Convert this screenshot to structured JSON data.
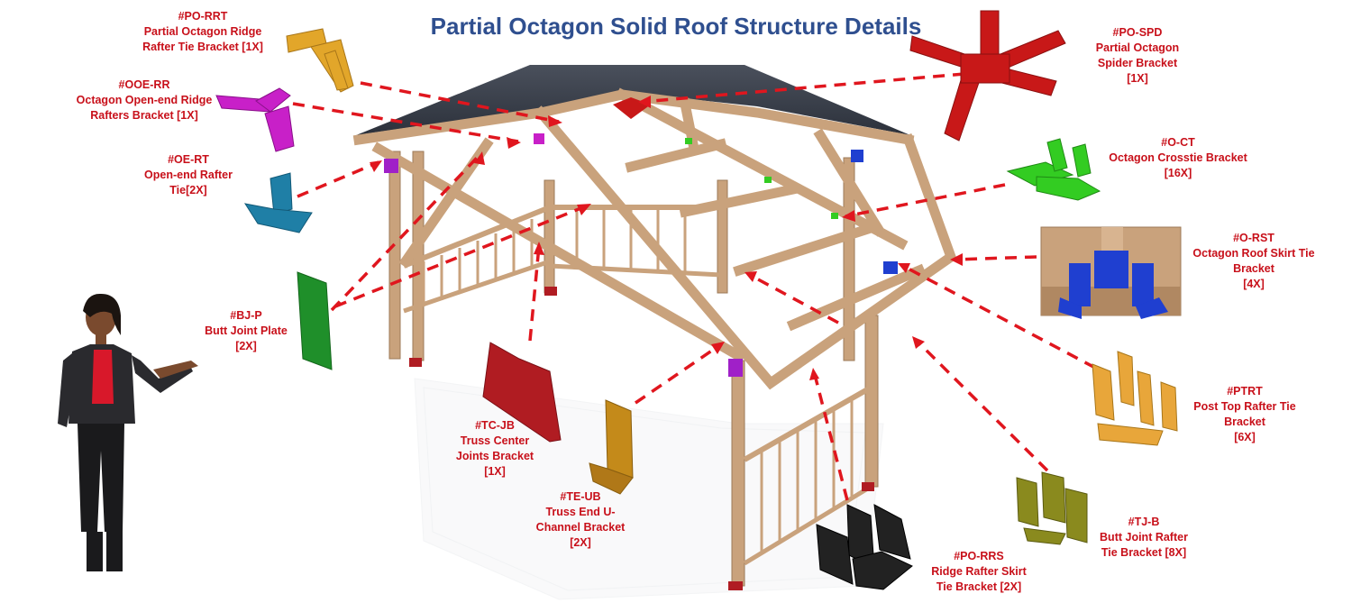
{
  "title": "Partial Octagon Solid Roof Structure Details",
  "colors": {
    "title": "#2f4f8f",
    "label": "#c8101a",
    "arrow": "#e0161e",
    "wood": "#c9a27c",
    "roof": "#3a3f4a"
  },
  "callouts": [
    {
      "code": "#PO-RRT",
      "lines": [
        "Partial Octagon Ridge",
        "Rafter Tie Bracket [1X]"
      ],
      "part_color": "#e2a62a"
    },
    {
      "code": "#OOE-RR",
      "lines": [
        "Octagon Open-end Ridge",
        "Rafters Bracket [1X]"
      ],
      "part_color": "#c820c8"
    },
    {
      "code": "#OE-RT",
      "lines": [
        "Open-end Rafter",
        "Tie[2X]"
      ],
      "part_color": "#1f7fa6"
    },
    {
      "code": "#BJ-P",
      "lines": [
        "Butt Joint Plate",
        "[2X]"
      ],
      "part_color": "#1f8f2a"
    },
    {
      "code": "#TC-JB",
      "lines": [
        "Truss Center",
        "Joints Bracket",
        "[1X]"
      ],
      "part_color": "#b01c22"
    },
    {
      "code": "#TE-UB",
      "lines": [
        "Truss End U-",
        "Channel Bracket",
        "[2X]"
      ],
      "part_color": "#c48a1a"
    },
    {
      "code": "#PO-SPD",
      "lines": [
        "Partial Octagon",
        "Spider Bracket",
        "[1X]"
      ],
      "part_color": "#c81818"
    },
    {
      "code": "#O-CT",
      "lines": [
        "Octagon Crosstie Bracket",
        "[16X]"
      ],
      "part_color": "#33cc22"
    },
    {
      "code": "#O-RST",
      "lines": [
        "Octagon Roof Skirt Tie",
        "Bracket",
        "[4X]"
      ],
      "part_color": "#1f3fd0"
    },
    {
      "code": "#PTRT",
      "lines": [
        "Post Top Rafter Tie",
        "Bracket",
        "[6X]"
      ],
      "part_color": "#e8a63a"
    },
    {
      "code": "#TJ-B",
      "lines": [
        "Butt Joint Rafter",
        "Tie Bracket [8X]"
      ],
      "part_color": "#8a8a1e"
    },
    {
      "code": "#PO-RRS",
      "lines": [
        "Ridge Rafter Skirt",
        "Tie Bracket [2X]"
      ],
      "part_color": "#222222"
    }
  ]
}
